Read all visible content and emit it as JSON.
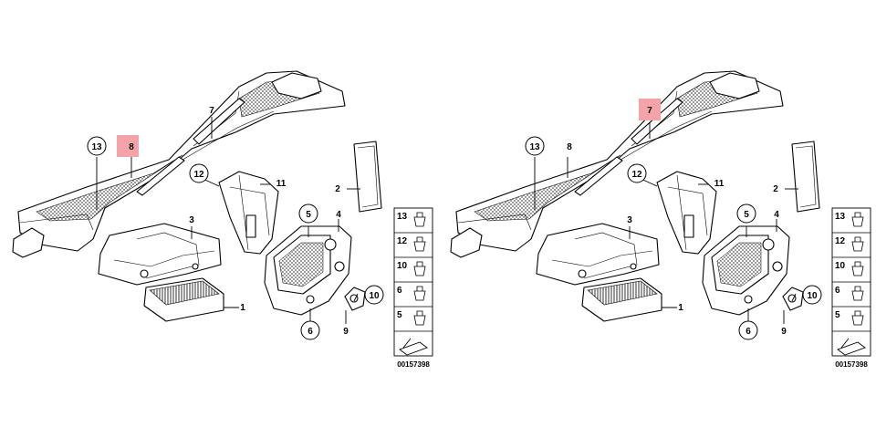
{
  "panels": [
    {
      "highlight": "8",
      "labels": {
        "p1": "1",
        "p2": "2",
        "p3": "3",
        "p4": "4",
        "p5": "5",
        "p6": "6",
        "p7": "7",
        "p8": "8",
        "p9": "9",
        "p10": "10",
        "p11": "11",
        "p12": "12",
        "p13": "13"
      },
      "legend": [
        "13",
        "12",
        "10",
        "6",
        "5"
      ],
      "diagram_number": "00157398"
    },
    {
      "highlight": "7",
      "labels": {
        "p1": "1",
        "p2": "2",
        "p3": "3",
        "p4": "4",
        "p5": "5",
        "p6": "6",
        "p7": "7",
        "p8": "8",
        "p9": "9",
        "p10": "10",
        "p11": "11",
        "p12": "12",
        "p13": "13"
      },
      "legend": [
        "13",
        "12",
        "10",
        "6",
        "5"
      ],
      "diagram_number": "00157398"
    }
  ],
  "colors": {
    "highlight_fill": "#f4a3a8",
    "line": "#000000"
  }
}
